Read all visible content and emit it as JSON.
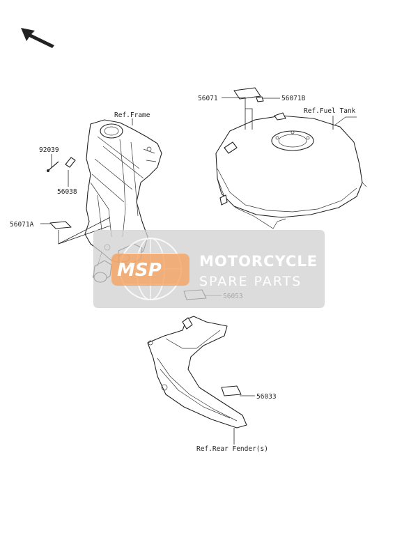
{
  "labels": {
    "ref_frame": "Ref.Frame",
    "ref_fuel_tank": "Ref.Fuel Tank",
    "ref_rear_fender": "Ref.Rear Fender(s)",
    "p56071": "56071",
    "p56071B": "56071B",
    "p92039": "92039",
    "p56038": "56038",
    "p56071A": "56071A",
    "p56053": "56053",
    "p56033": "56033"
  },
  "watermark": {
    "logo": "MSP",
    "line1": "MOTORCYCLE",
    "line2": "SPARE PARTS"
  },
  "colors": {
    "logo_orange": "#f4a261",
    "watermark_gray": "#d0d0d0"
  }
}
